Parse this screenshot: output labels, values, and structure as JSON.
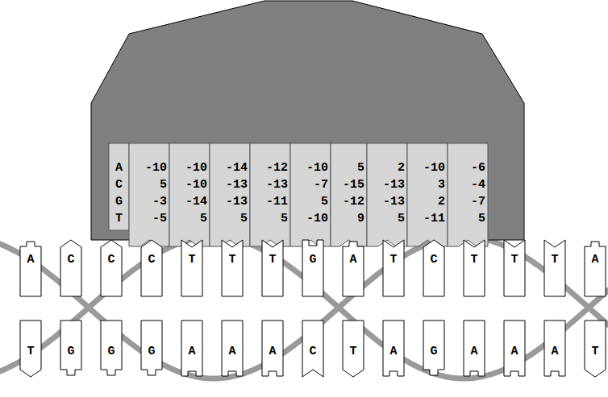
{
  "diagram": {
    "nodes": [
      {
        "text": [
          "A"
        ]
      },
      {
        "text": [
          "C"
        ]
      },
      {
        "text": [
          "C"
        ]
      },
      {
        "text": [
          "C"
        ]
      },
      {
        "text": [
          "T"
        ]
      },
      {
        "text": [
          "T"
        ]
      },
      {
        "text": [
          "T"
        ]
      },
      {
        "text": [
          "G"
        ]
      },
      {
        "text": [
          "A"
        ]
      },
      {
        "text": [
          "T"
        ]
      },
      {
        "text": [
          "C"
        ]
      },
      {
        "text": [
          "T"
        ]
      },
      {
        "text": [
          "T"
        ]
      },
      {
        "text": [
          "T"
        ]
      },
      {
        "text": [
          "A"
        ]
      },
      {
        "text": [
          "T"
        ]
      },
      {
        "text": [
          "G"
        ]
      },
      {
        "text": [
          "G"
        ]
      },
      {
        "text": [
          "G"
        ]
      },
      {
        "text": [
          "A"
        ]
      },
      {
        "text": [
          "A"
        ]
      },
      {
        "text": [
          "A"
        ]
      },
      {
        "text": [
          "C"
        ]
      },
      {
        "text": [
          "T"
        ]
      },
      {
        "text": [
          "A"
        ]
      },
      {
        "text": [
          "G"
        ]
      },
      {
        "text": [
          "A"
        ]
      },
      {
        "text": [
          "A"
        ]
      },
      {
        "text": [
          "A"
        ]
      },
      {
        "text": [
          "T"
        ]
      }
    ],
    "labels": [
      "A",
      "-10",
      "-10",
      "-14",
      "-12",
      "-10",
      "5",
      "2",
      "-10",
      "-6",
      "C",
      "5",
      "-10",
      "-13",
      "-13",
      "-7",
      "-15",
      "-13",
      "3",
      "-4",
      "G",
      "-3",
      "-14",
      "-13",
      "-11",
      "5",
      "-12",
      "-13",
      "2",
      "-7",
      "T",
      "-5",
      "5",
      "5",
      "5",
      "-10",
      "9",
      "5",
      "-11",
      "5"
    ]
  }
}
